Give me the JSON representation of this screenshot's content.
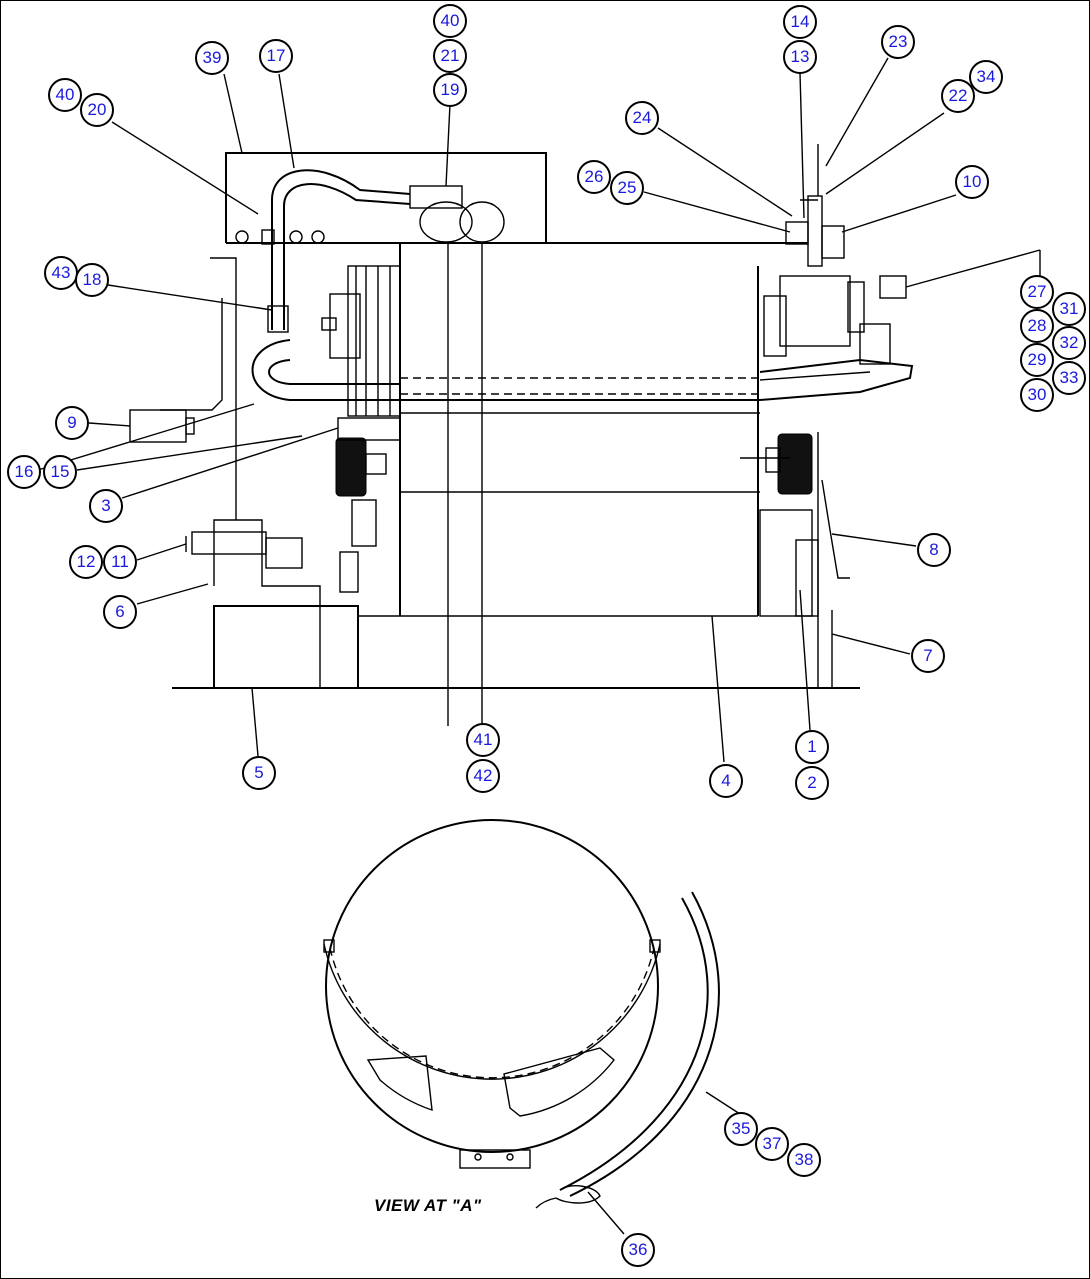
{
  "diagram": {
    "view_label": "VIEW AT \"A\"",
    "callouts": [
      {
        "id": "c40a",
        "label": "40"
      },
      {
        "id": "c21",
        "label": "21"
      },
      {
        "id": "c19",
        "label": "19"
      },
      {
        "id": "c39",
        "label": "39"
      },
      {
        "id": "c17",
        "label": "17"
      },
      {
        "id": "c40b",
        "label": "40"
      },
      {
        "id": "c20",
        "label": "20"
      },
      {
        "id": "c14",
        "label": "14"
      },
      {
        "id": "c13",
        "label": "13"
      },
      {
        "id": "c23",
        "label": "23"
      },
      {
        "id": "c34",
        "label": "34"
      },
      {
        "id": "c22",
        "label": "22"
      },
      {
        "id": "c24",
        "label": "24"
      },
      {
        "id": "c26",
        "label": "26"
      },
      {
        "id": "c25",
        "label": "25"
      },
      {
        "id": "c10",
        "label": "10"
      },
      {
        "id": "c43",
        "label": "43"
      },
      {
        "id": "c18",
        "label": "18"
      },
      {
        "id": "c27",
        "label": "27"
      },
      {
        "id": "c31",
        "label": "31"
      },
      {
        "id": "c28",
        "label": "28"
      },
      {
        "id": "c32",
        "label": "32"
      },
      {
        "id": "c29",
        "label": "29"
      },
      {
        "id": "c33",
        "label": "33"
      },
      {
        "id": "c30",
        "label": "30"
      },
      {
        "id": "c9",
        "label": "9"
      },
      {
        "id": "c16",
        "label": "16"
      },
      {
        "id": "c15",
        "label": "15"
      },
      {
        "id": "c3",
        "label": "3"
      },
      {
        "id": "c8",
        "label": "8"
      },
      {
        "id": "c12",
        "label": "12"
      },
      {
        "id": "c11",
        "label": "11"
      },
      {
        "id": "c6",
        "label": "6"
      },
      {
        "id": "c7",
        "label": "7"
      },
      {
        "id": "c41",
        "label": "41"
      },
      {
        "id": "c42",
        "label": "42"
      },
      {
        "id": "c1",
        "label": "1"
      },
      {
        "id": "c2",
        "label": "2"
      },
      {
        "id": "c5",
        "label": "5"
      },
      {
        "id": "c4",
        "label": "4"
      },
      {
        "id": "c35",
        "label": "35"
      },
      {
        "id": "c37",
        "label": "37"
      },
      {
        "id": "c38",
        "label": "38"
      },
      {
        "id": "c36",
        "label": "36"
      }
    ]
  }
}
